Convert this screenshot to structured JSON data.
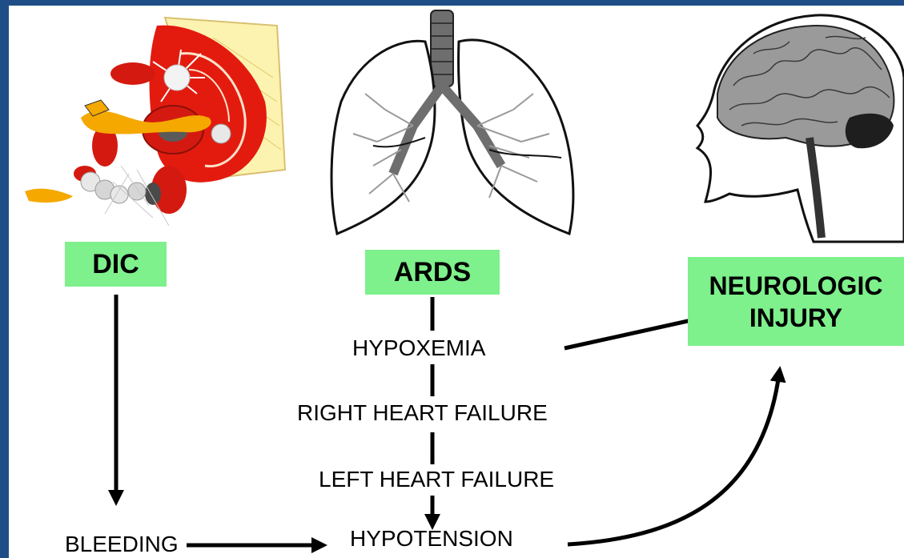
{
  "colors": {
    "frame": "#1f4e86",
    "box": "#7ef08c",
    "clot_red": "#e31b0f",
    "platelet_orange": "#f5a800",
    "vessel_yellow": "#fdf3b0",
    "brain_gray": "#9a9a9a"
  },
  "illustrations": [
    "blood-clot-illustration",
    "lungs-illustration",
    "head-brain-illustration"
  ],
  "boxes": {
    "dic": "DIC",
    "ards": "ARDS",
    "neuro_line1": "NEUROLOGIC",
    "neuro_line2": "INJURY"
  },
  "labels": {
    "hypoxemia": "HYPOXEMIA",
    "right_heart": "RIGHT HEART FAILURE",
    "left_heart": "LEFT HEART FAILURE",
    "bleeding": "BLEEDING",
    "hypotension": "HYPOTENSION"
  }
}
